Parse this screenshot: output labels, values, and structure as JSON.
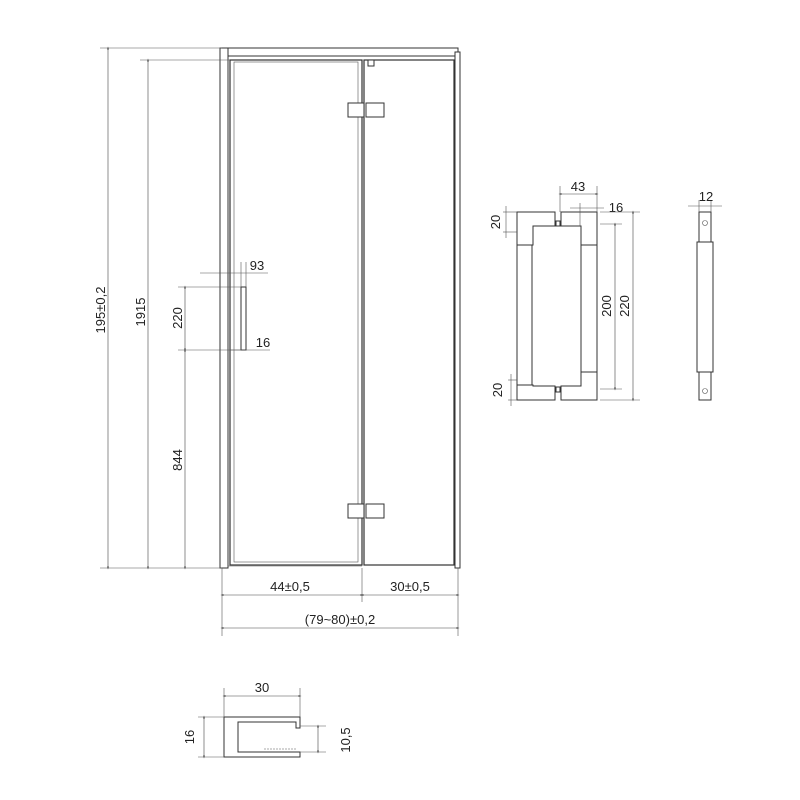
{
  "door": {
    "overall_height": "195±0,2",
    "glass_height": "1915",
    "handle_height_from_floor": "844",
    "handle_length": "220",
    "handle_offset": "93",
    "handle_depth": "16",
    "door_width": "44±0,5",
    "fixed_panel_width": "30±0,5",
    "total_width": "(79~80)±0,2"
  },
  "handle": {
    "projection": "43",
    "bar_diameter": "16",
    "top_mount": "20",
    "bottom_mount": "20",
    "center_distance": "200",
    "total_length": "220",
    "side_thickness": "12"
  },
  "profile": {
    "width": "30",
    "height": "16",
    "inner_height": "10,5"
  }
}
